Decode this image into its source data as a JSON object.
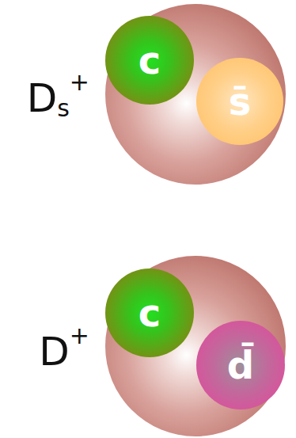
{
  "diagram": {
    "nodes": [
      {
        "text": [
          "Ds+"
        ]
      },
      {
        "text": [
          "c"
        ],
        "in": 0
      },
      {
        "text": [
          "s̄"
        ],
        "in": 0
      },
      {
        "text": [
          "D+"
        ]
      },
      {
        "text": [
          "c"
        ],
        "in": 3
      },
      {
        "text": [
          "d̄"
        ],
        "in": 3
      }
    ]
  }
}
